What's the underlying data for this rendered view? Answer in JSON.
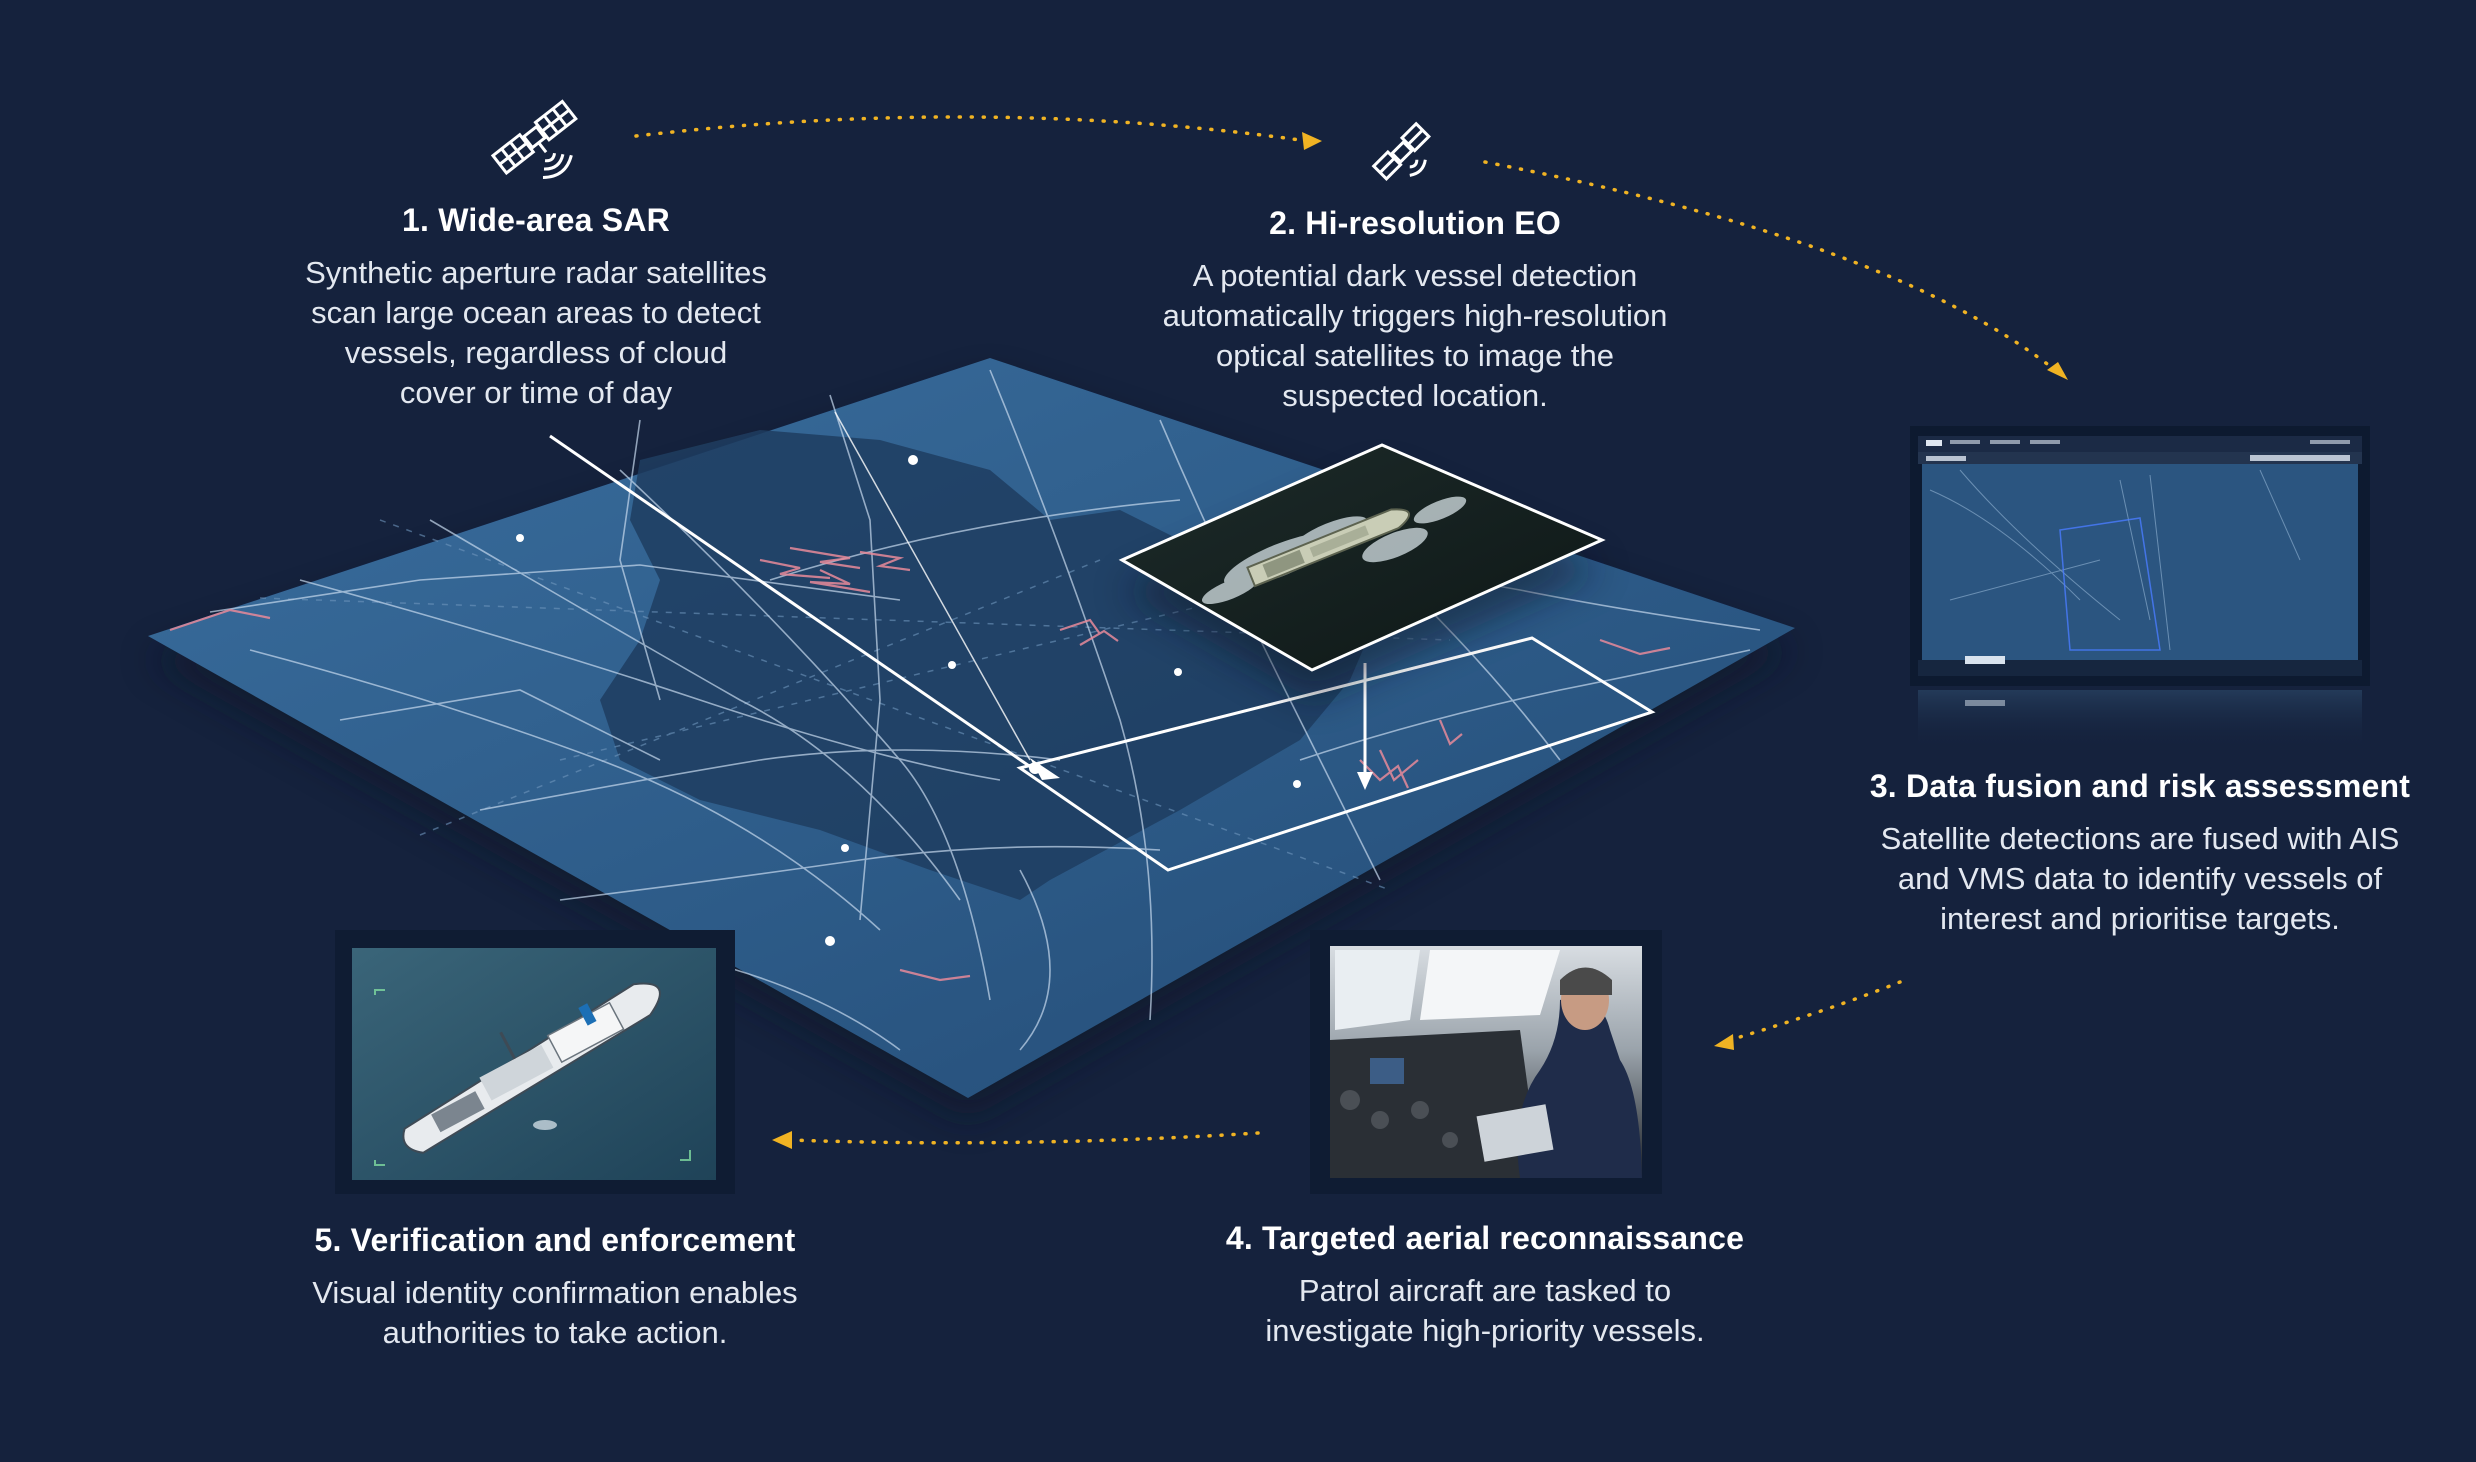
{
  "steps": [
    {
      "id": "sar",
      "title": "1. Wide-area SAR",
      "desc_lines": [
        "Synthetic aperture radar satellites",
        "scan large ocean areas to detect",
        "vessels, regardless of cloud",
        "cover or time of day"
      ],
      "icon": "satellite-icon"
    },
    {
      "id": "eo",
      "title": "2. Hi-resolution EO",
      "desc_lines": [
        "A potential dark vessel detection",
        "automatically triggers high-resolution",
        "optical satellites to image the",
        "suspected location."
      ],
      "icon": "small-satellite-icon"
    },
    {
      "id": "fusion",
      "title": "3. Data fusion and risk assessment",
      "desc_lines": [
        "Satellite detections are fused with AIS",
        "and VMS data to identify vessels of",
        "interest and prioritise targets."
      ]
    },
    {
      "id": "aerial",
      "title": "4. Targeted aerial reconnaissance",
      "desc_lines": [
        "Patrol aircraft are tasked to",
        "investigate high-priority vessels."
      ]
    },
    {
      "id": "enforcement",
      "title": "5. Verification and enforcement",
      "desc_lines": [
        "Visual identity confirmation enables",
        "authorities to take action."
      ]
    }
  ],
  "colors": {
    "background": "#15223d",
    "map_ocean": "#2f5f8d",
    "arrow_dots": "#f0b323",
    "track_lines": "#c6d9ee",
    "vessel_tracks": "#e88a9a",
    "highlight": "#ffffff"
  },
  "icons": [
    "satellite-icon",
    "small-satellite-icon",
    "ship-icon",
    "aircraft-cockpit-icon"
  ]
}
